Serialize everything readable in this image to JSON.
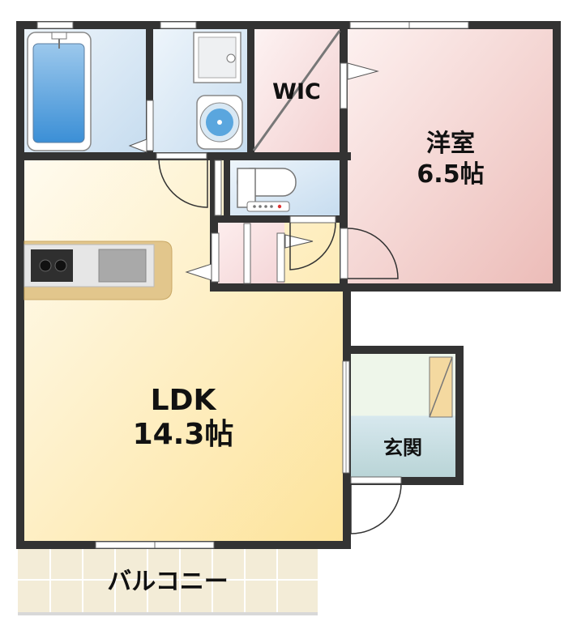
{
  "rooms": {
    "wic": "WIC",
    "western_room": {
      "name": "洋室",
      "size": "6.5帖"
    },
    "ldk": {
      "name": "LDK",
      "size": "14.3帖"
    },
    "entrance": "玄関",
    "balcony": "バルコニー"
  },
  "colors": {
    "wall": "#333333",
    "ldk_floor": "#fdf0c4",
    "western_floor": "#f4d7d5",
    "wet_area": "#d2e4f4",
    "balcony": "#f3ecd7",
    "kitchen_counter": "#e2c68c",
    "entrance_floor": "#dde9e6"
  }
}
